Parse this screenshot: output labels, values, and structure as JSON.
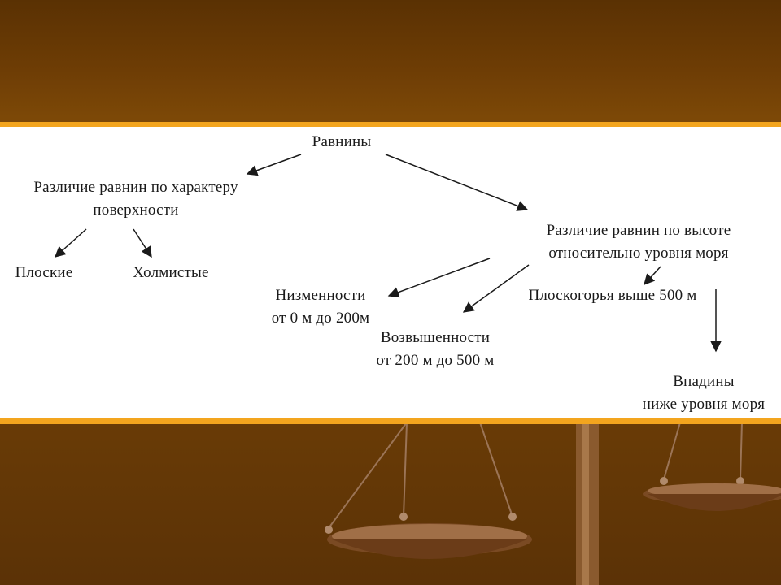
{
  "root": {
    "label": "Равнины"
  },
  "by_surface": {
    "line1": "Различие равнин по характеру",
    "line2": "поверхности",
    "children": [
      "Плоские",
      "Холмистые"
    ]
  },
  "by_height": {
    "line1": "Различие равнин по высоте",
    "line2": "относительно уровня моря",
    "lowlands": {
      "title": "Низменности",
      "range": "от 0 м до 200м"
    },
    "uplands": {
      "title": "Возвышенности",
      "range": "от 200 м до 500 м"
    },
    "plateaus": {
      "title": "Плоскогорья выше 500 м"
    },
    "depressions": {
      "title": "Впадины",
      "range": "ниже уровня моря"
    }
  },
  "colors": {
    "background": "#6e3d05",
    "stripe": "#f3a51e",
    "panel": "#ffffff",
    "text": "#1a1a1a"
  }
}
